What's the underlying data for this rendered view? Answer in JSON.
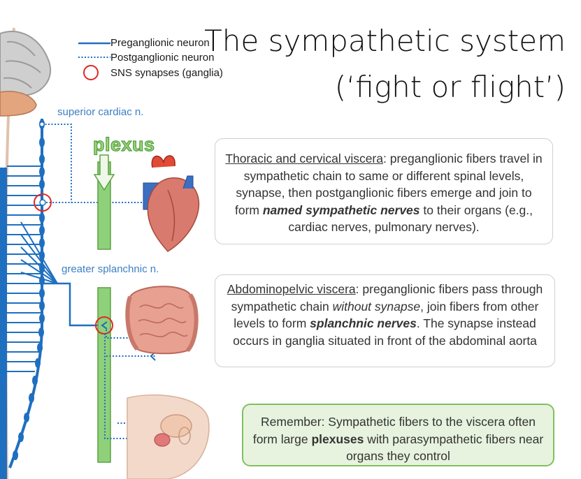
{
  "title_line1": "The sympathetic system",
  "title_line2": "(‘fight or flight’)",
  "legend": {
    "pre": "Preganglionic neuron",
    "post": "Postganglionic neuron",
    "synapse": "SNS synapses (ganglia)"
  },
  "labels": {
    "superior_cardiac": "superior cardiac n.",
    "greater_splanchnic": "greater splanchnic n.",
    "plexus": "plexus"
  },
  "thoracic": {
    "heading": "Thoracic and cervical viscera",
    "t1": ": preganglionic fibers travel in sympathetic chain to same or different spinal levels, synapse, then postganglionic fibers emerge and join to form ",
    "t2": "named sympathetic nerves",
    "t3": " to their organs (e.g., cardiac nerves, pulmonary nerves)."
  },
  "abdominal": {
    "heading": "Abdominopelvic viscera",
    "t1": ": preganglionic fibers pass through sympathetic chain ",
    "t2": "without synapse",
    "t3": ", join fibers from other levels to form ",
    "t4": "splanchnic nerves",
    "t5": ". The synapse instead occurs in ganglia situated in front of the abdominal aorta"
  },
  "remember": {
    "t1": "Remember: Sympathetic fibers to the viscera often form large ",
    "t2": "plexuses",
    "t3": " with parasympathetic fibers near organs they control"
  },
  "colors": {
    "nerve": "#1f6fc0",
    "label_blue": "#3d7fc4",
    "plexus_fill": "#8fd07a",
    "plexus_stroke": "#5aa342",
    "synapse_ring": "#e02a22",
    "remember_bg": "#e7f3de"
  }
}
